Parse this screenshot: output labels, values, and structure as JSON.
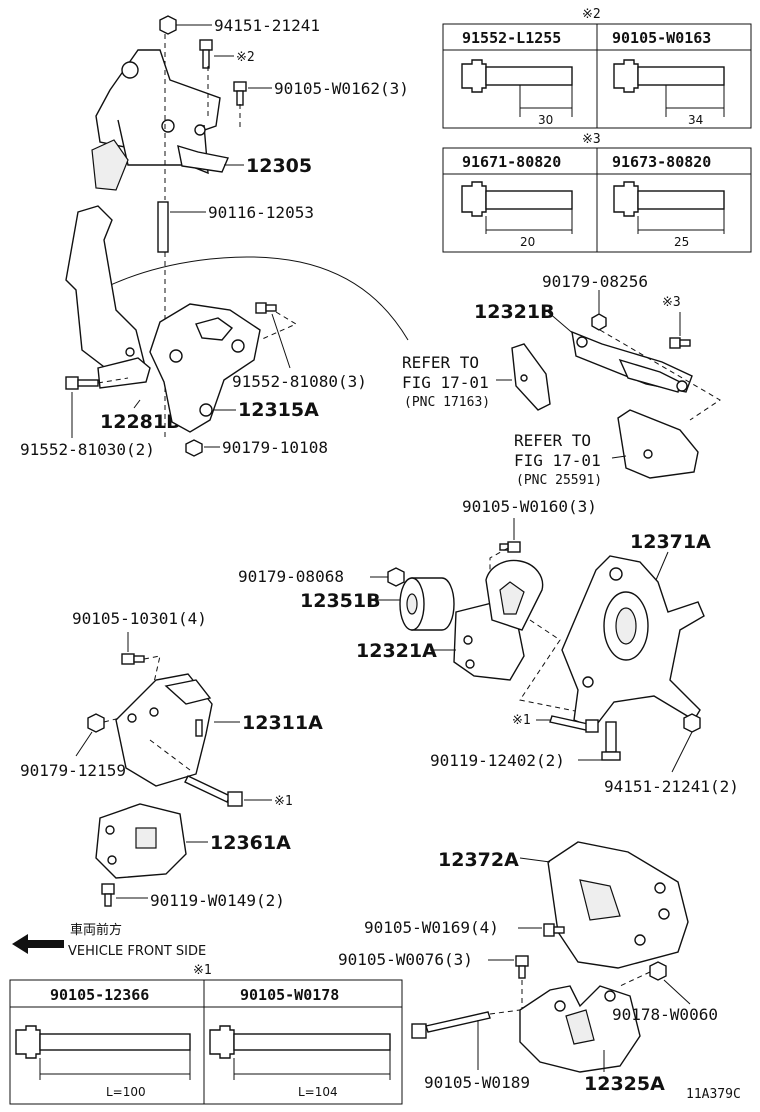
{
  "tables": {
    "note2": {
      "mark": "※2",
      "headers": [
        "91552-L1255",
        "90105-W0163"
      ],
      "dims": [
        "30",
        "34"
      ]
    },
    "note3": {
      "mark": "※3",
      "headers": [
        "91671-80820",
        "91673-80820"
      ],
      "dims": [
        "20",
        "25"
      ]
    },
    "note1": {
      "mark": "※1",
      "headers": [
        "90105-12366",
        "90105-W0178"
      ],
      "dims": [
        "L=100",
        "L=104"
      ]
    }
  },
  "labels": {
    "p94151_21241": "94151-21241",
    "mark2": "※2",
    "p90105_W0162": "90105-W0162(3)",
    "p12305": "12305",
    "p90116_12053": "90116-12053",
    "p91552_81080": "91552-81080(3)",
    "p12315A": "12315A",
    "p12281B": "12281B",
    "p91552_81030": "91552-81030(2)",
    "p90179_10108": "90179-10108",
    "refer1_line1": "REFER TO",
    "refer1_line2": "FIG 17-01",
    "refer1_pnc": "(PNC 17163)",
    "p90179_08256": "90179-08256",
    "p12321B": "12321B",
    "mark3": "※3",
    "refer2_line1": "REFER TO",
    "refer2_line2": "FIG 17-01",
    "refer2_pnc": "(PNC 25591)",
    "p90105_W0160": "90105-W0160(3)",
    "p12371A": "12371A",
    "p90179_08068": "90179-08068",
    "p12351B": "12351B",
    "p12321A": "12321A",
    "p90105_10301": "90105-10301(4)",
    "p12311A": "12311A",
    "p90179_12159": "90179-12159",
    "mark1a": "※1",
    "mark1b": "※1",
    "p90119_12402": "90119-12402(2)",
    "p94151_21241_2": "94151-21241(2)",
    "p12361A": "12361A",
    "p90119_W0149": "90119-W0149(2)",
    "p12372A": "12372A",
    "p90105_W0169": "90105-W0169(4)",
    "p90105_W0076": "90105-W0076(3)",
    "p90178_W0060": "90178-W0060",
    "p90105_W0189": "90105-W0189",
    "p12325A": "12325A",
    "front_jp": "車両前方",
    "front_en": "VEHICLE FRONT SIDE",
    "fig_code": "11A379C"
  }
}
